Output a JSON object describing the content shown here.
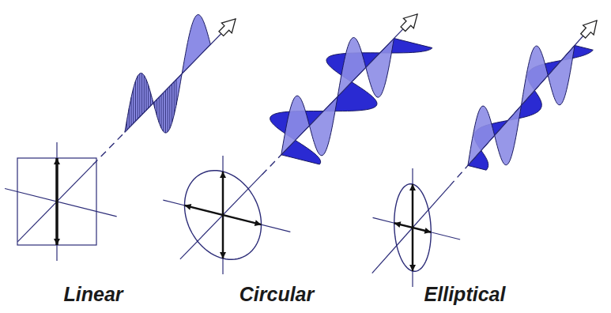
{
  "diagram": {
    "labels": [
      "Linear",
      "Circular",
      "Elliptical"
    ]
  }
}
